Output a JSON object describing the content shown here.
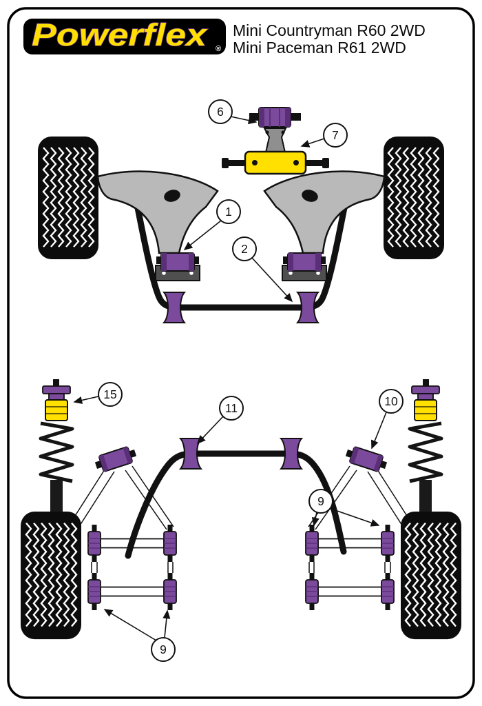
{
  "header": {
    "brand": "Powerflex",
    "registered_mark": "®",
    "model_lines": [
      "Mini Countryman R60 2WD",
      "Mini Paceman R61 2WD"
    ]
  },
  "callouts": {
    "c1": "1",
    "c2": "2",
    "c6": "6",
    "c7": "7",
    "c9": "9",
    "c10": "10",
    "c11": "11",
    "c15": "15"
  },
  "colors": {
    "bush_purple": "#7b4a9c",
    "bush_purple_dark": "#5a2f77",
    "part_yellow": "#ffe000",
    "logo_yellow": "#ffdf00",
    "logo_purple": "#7a3f98",
    "arm_gray": "#b9b9b9",
    "bracket_gray": "#4f4f4f",
    "ink_black": "#111111"
  }
}
